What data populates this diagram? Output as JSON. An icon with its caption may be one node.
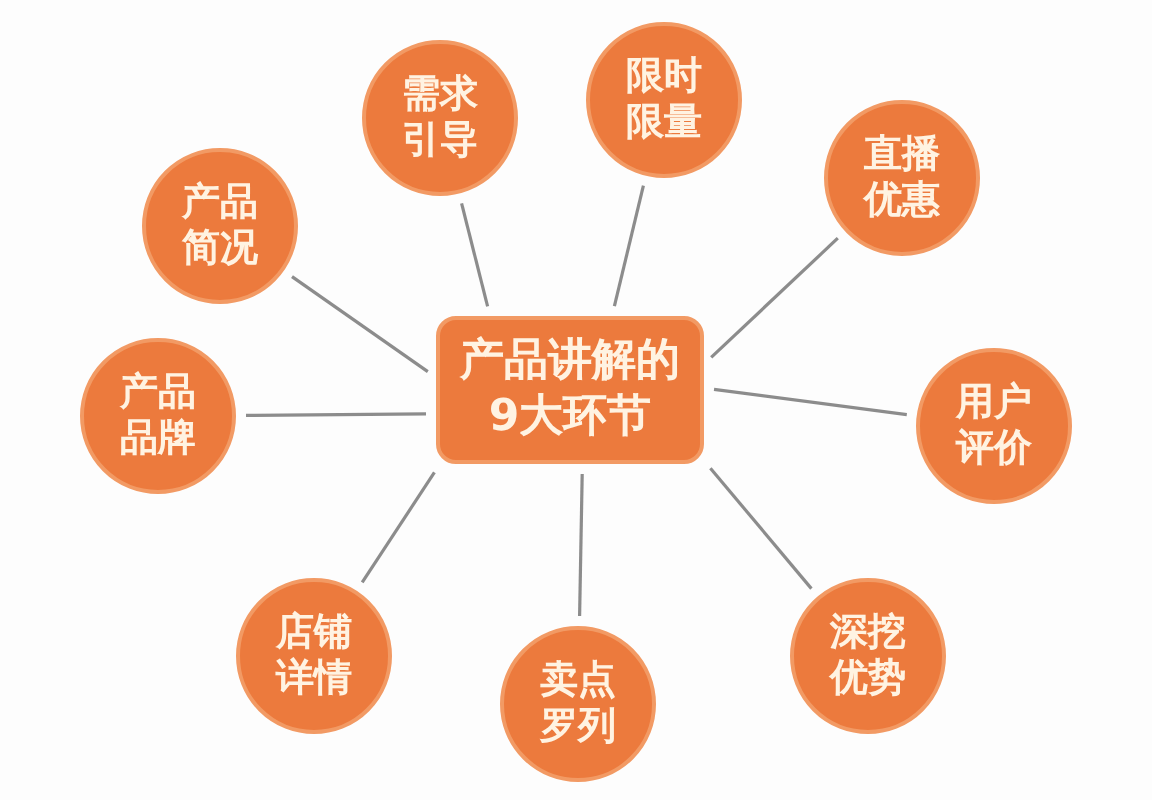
{
  "diagram": {
    "nodes": [
      {
        "text": [
          "产品讲解的9大环节"
        ]
      },
      {
        "text": [
          "需求引导"
        ]
      },
      {
        "text": [
          "限时限量"
        ]
      },
      {
        "text": [
          "产品简况"
        ]
      },
      {
        "text": [
          "直播优惠"
        ]
      },
      {
        "text": [
          "产品品牌"
        ]
      },
      {
        "text": [
          "用户评价"
        ]
      },
      {
        "text": [
          "店铺详情"
        ]
      },
      {
        "text": [
          "卖点罗列"
        ]
      },
      {
        "text": [
          "深挖优势"
        ]
      }
    ],
    "edges": [
      {
        "from": 0,
        "to": 1,
        "arrow": "none"
      },
      {
        "from": 0,
        "to": 2,
        "arrow": "none"
      },
      {
        "from": 0,
        "to": 3,
        "arrow": "none"
      },
      {
        "from": 0,
        "to": 4,
        "arrow": "none"
      },
      {
        "from": 0,
        "to": 5,
        "arrow": "none"
      },
      {
        "from": 0,
        "to": 6,
        "arrow": "none"
      },
      {
        "from": 0,
        "to": 7,
        "arrow": "none"
      },
      {
        "from": 0,
        "to": 8,
        "arrow": "none"
      },
      {
        "from": 0,
        "to": 9,
        "arrow": "none"
      }
    ]
  }
}
